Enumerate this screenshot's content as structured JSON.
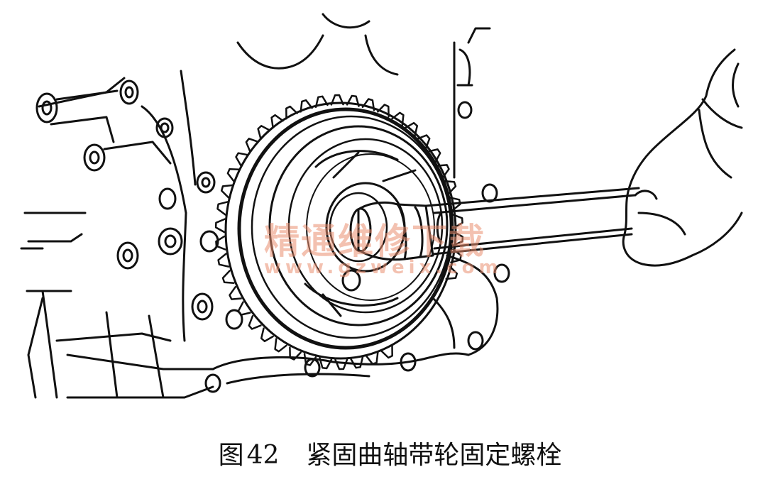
{
  "caption": {
    "label": "图",
    "number": "42",
    "title": "紧固曲轴带轮固定螺栓"
  },
  "watermark": {
    "text_cn": "精通维修下载",
    "text_url": "www.gzweix.com",
    "color": "#e98e70"
  },
  "illustration": {
    "icons": [
      "engine-block-icon",
      "crankshaft-pulley-icon",
      "socket-wrench-icon",
      "hand-icon"
    ]
  }
}
